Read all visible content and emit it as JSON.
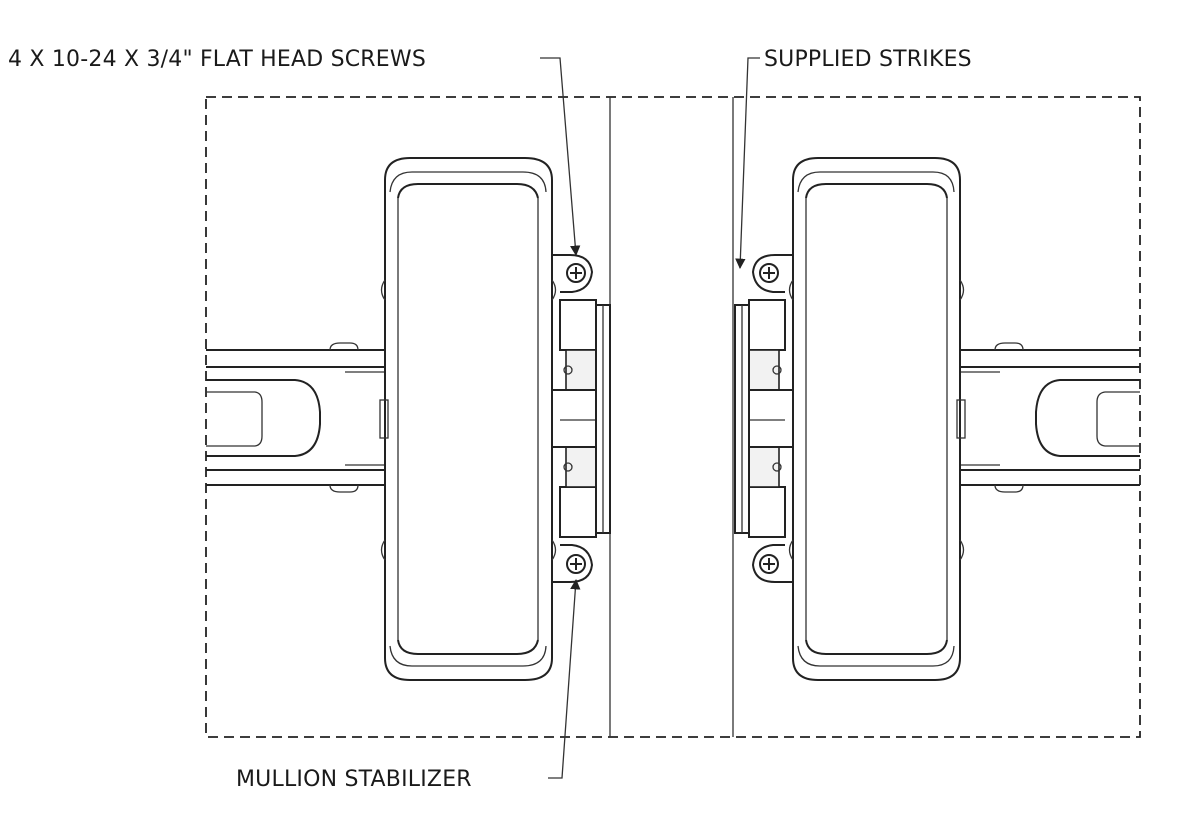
{
  "callouts": {
    "screws": "4 X 10-24 X 3/4\" FLAT HEAD SCREWS",
    "strikes": "SUPPLIED STRIKES",
    "stabilizer": "MULLION STABILIZER"
  }
}
